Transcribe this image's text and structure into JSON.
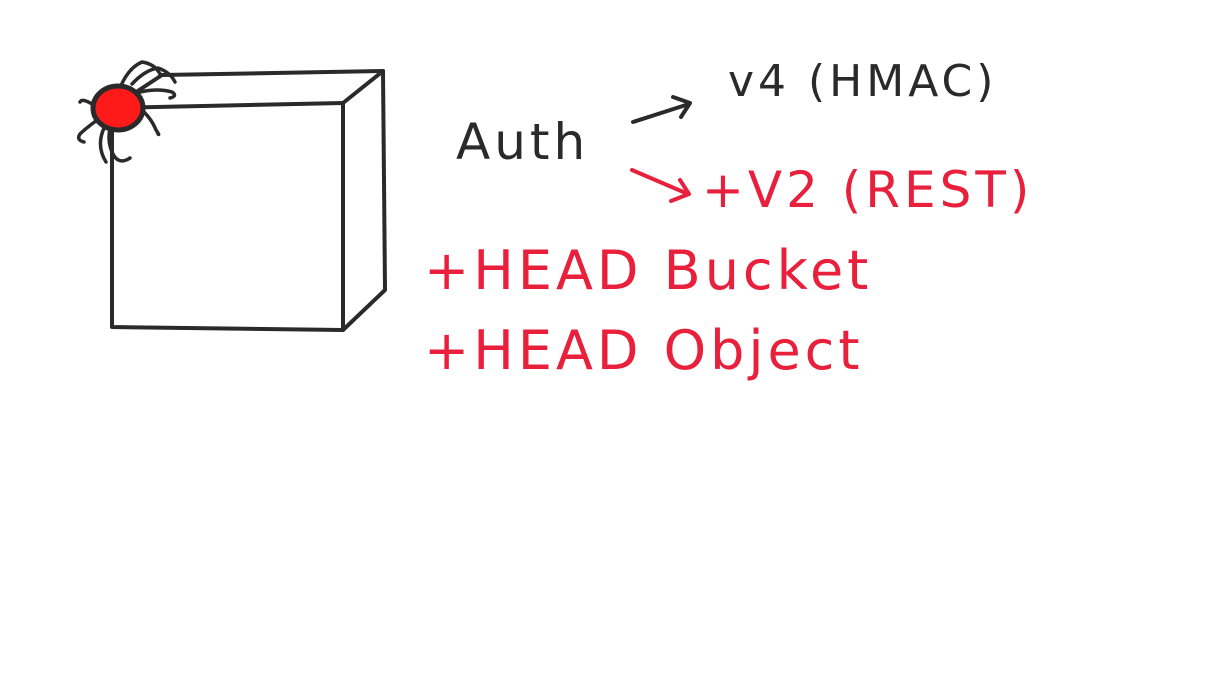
{
  "colors": {
    "ink": "#2a2a2a",
    "accent": "#e8203c",
    "bug_body": "#ff1a1a",
    "background": "#ffffff"
  },
  "icons": {
    "box": "cube-icon",
    "bug": "bug-icon",
    "arrow_up": "arrow-icon",
    "arrow_down": "arrow-icon"
  },
  "auth": {
    "label": "Auth",
    "v4": "v4 (HMAC)",
    "v2": "+V2 (REST)"
  },
  "head_items": [
    "+HEAD Bucket",
    "+HEAD Object"
  ]
}
